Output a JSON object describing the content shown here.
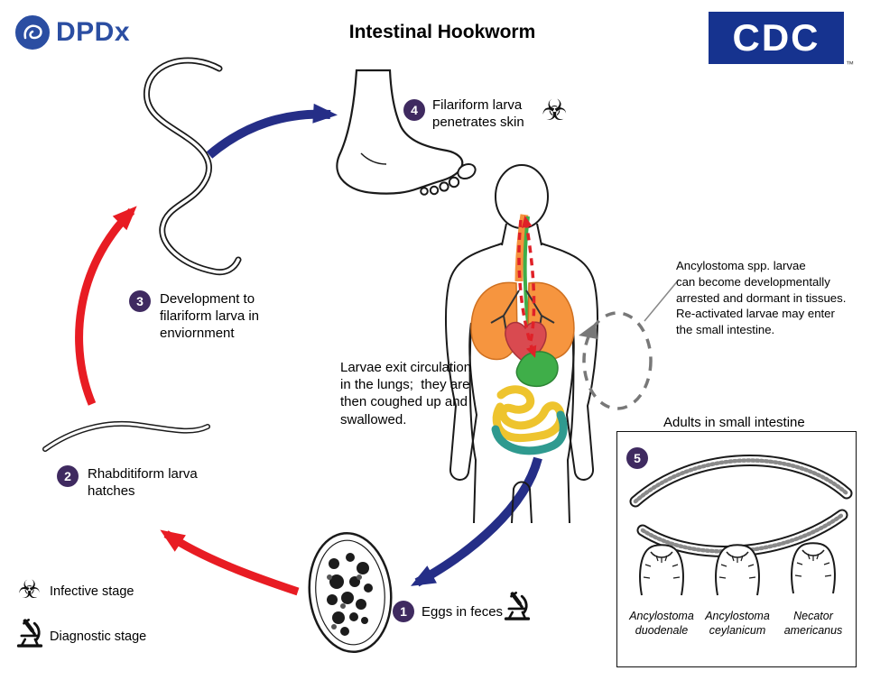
{
  "header": {
    "dpdx_logo_text": "DPDx",
    "title": "Intestinal Hookworm",
    "cdc_logo_text": "CDC",
    "cdc_trademark": "™"
  },
  "stages": {
    "s1": {
      "num": "1",
      "label": "Eggs in feces"
    },
    "s2": {
      "num": "2",
      "label": "Rhabditiform larva\nhatches"
    },
    "s3": {
      "num": "3",
      "label": "Development to\nfilariform larva in\nenviornment"
    },
    "s4": {
      "num": "4",
      "label": "Filariform larva\npenetrates skin"
    },
    "s5": {
      "num": "5"
    }
  },
  "annotations": {
    "lungs_note": "Larvae exit circulation\nin the lungs;  they are\nthen coughed up and\nswallowed.",
    "arrested_note": "Ancylostoma spp. larvae\ncan become developmentally\narrested and dormant in tissues.\nRe-activated larvae may enter\nthe small intestine.",
    "adults_label": "Adults in small intestine"
  },
  "adults_box": {
    "species": [
      "Ancylostoma\nduodenale",
      "Ancylostoma\nceylanicum",
      "Necator\namericanus"
    ]
  },
  "legend": {
    "infective_label": "Infective stage",
    "diagnostic_label": "Diagnostic stage"
  },
  "icons": {
    "biohazard_glyph": "☣",
    "microscope_icon_name": "microscope-icon",
    "biohazard_icon_name": "biohazard-icon"
  },
  "colors": {
    "stage_circle": "#3f2a60",
    "arrow_blue": "#252e87",
    "arrow_red": "#e81c23",
    "cdc_blue": "#16338f",
    "dpdx_blue": "#2b4ea2"
  }
}
